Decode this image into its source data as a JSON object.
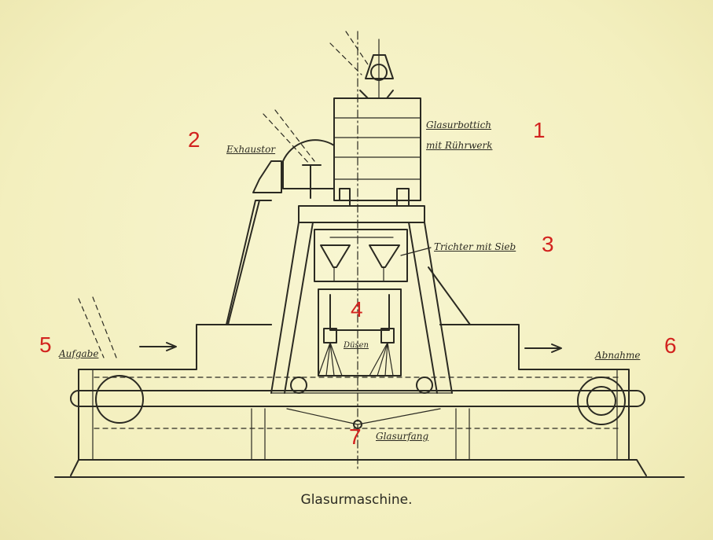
{
  "caption": "Glasurmaschine.",
  "callout_numbers": {
    "n1": "1",
    "n2": "2",
    "n3": "3",
    "n4": "4",
    "n5": "5",
    "n6": "6",
    "n7": "7"
  },
  "handwritten_labels": {
    "glazing_tank": "Glasurbottich",
    "agitator": "mit Rührwerk",
    "exhauster": "Exhaustor",
    "funnel_sieve": "Trichter mit Sieb",
    "nozzles": "Düsen",
    "feed": "Aufgabe",
    "takeoff": "Abnahme",
    "glaze_catch": "Glasurfang"
  },
  "colors": {
    "background": "#f5f2c4",
    "ink": "#2b2a22",
    "callout": "#d2231f"
  }
}
